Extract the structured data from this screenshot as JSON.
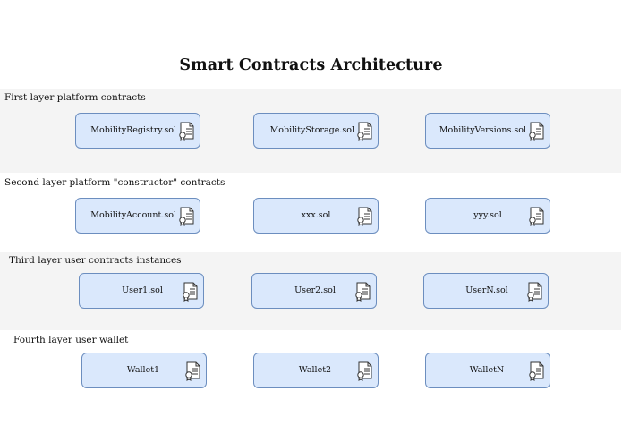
{
  "diagram": {
    "title": "Smart Contracts Architecture",
    "layers": [
      {
        "label": "First layer platform contracts",
        "nodes": [
          {
            "label": "MobilityRegistry.sol",
            "icon": "contract-document-icon"
          },
          {
            "label": "MobilityStorage.sol",
            "icon": "contract-document-icon"
          },
          {
            "label": "MobilityVersions.sol",
            "icon": "contract-document-icon"
          }
        ]
      },
      {
        "label": "Second layer platform \"constructor\" contracts",
        "nodes": [
          {
            "label": "MobilityAccount.sol",
            "icon": "contract-document-icon"
          },
          {
            "label": "xxx.sol",
            "icon": "contract-document-icon"
          },
          {
            "label": "yyy.sol",
            "icon": "contract-document-icon"
          }
        ]
      },
      {
        "label": "Third layer user contracts instances",
        "nodes": [
          {
            "label": "User1.sol",
            "icon": "contract-document-icon"
          },
          {
            "label": "User2.sol",
            "icon": "contract-document-icon"
          },
          {
            "label": "UserN.sol",
            "icon": "contract-document-icon"
          }
        ]
      },
      {
        "label": "Fourth layer user wallet",
        "nodes": [
          {
            "label": "Wallet1",
            "icon": "contract-document-icon"
          },
          {
            "label": "Wallet2",
            "icon": "contract-document-icon"
          },
          {
            "label": "WalletN",
            "icon": "contract-document-icon"
          }
        ]
      }
    ],
    "colors": {
      "node_fill": "#dae8fc",
      "node_border": "#6c8ebf",
      "band_fill": "#f4f4f4"
    }
  }
}
